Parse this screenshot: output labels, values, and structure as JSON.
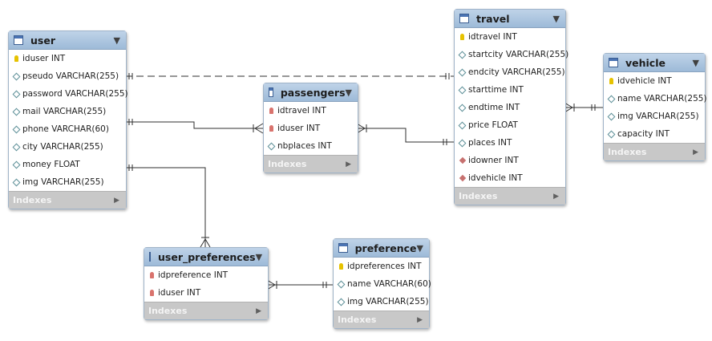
{
  "tables": {
    "user": {
      "name": "user",
      "indexes": "Indexes",
      "columns": [
        "iduser INT",
        "pseudo VARCHAR(255)",
        "password VARCHAR(255)",
        "mail VARCHAR(255)",
        "phone VARCHAR(60)",
        "city VARCHAR(255)",
        "money FLOAT",
        "img VARCHAR(255)"
      ]
    },
    "passengers": {
      "name": "passengers",
      "indexes": "Indexes",
      "columns": [
        "idtravel INT",
        "iduser INT",
        "nbplaces INT"
      ]
    },
    "travel": {
      "name": "travel",
      "indexes": "Indexes",
      "columns": [
        "idtravel INT",
        "startcity VARCHAR(255)",
        "endcity VARCHAR(255)",
        "starttime INT",
        "endtime INT",
        "price FLOAT",
        "places INT",
        "idowner INT",
        "idvehicle INT"
      ]
    },
    "vehicle": {
      "name": "vehicle",
      "indexes": "Indexes",
      "columns": [
        "idvehicle INT",
        "name VARCHAR(255)",
        "img VARCHAR(255)",
        "capacity INT"
      ]
    },
    "user_preferences": {
      "name": "user_preferences",
      "indexes": "Indexes",
      "columns": [
        "idpreference INT",
        "iduser INT"
      ]
    },
    "preference": {
      "name": "preference",
      "indexes": "Indexes",
      "columns": [
        "idpreferences INT",
        "name VARCHAR(60)",
        "img VARCHAR(255)"
      ]
    }
  },
  "colors": {
    "header": "#a9c4e0",
    "line": "#333333",
    "indexes": "#c8c8c8"
  }
}
